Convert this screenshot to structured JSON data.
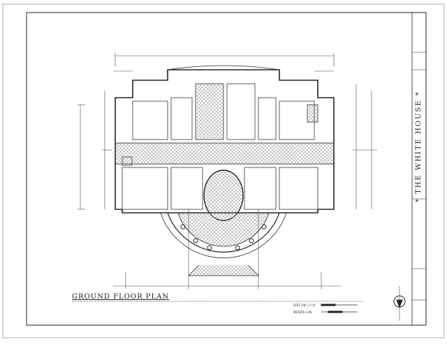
{
  "sheet": {
    "title": "THE WHITE HOUSE",
    "drawing_title": "GROUND FLOOR PLAN",
    "scale_feet": "FEET 1/8\"=1'-0\"",
    "scale_meters": "METERS 1:96"
  }
}
